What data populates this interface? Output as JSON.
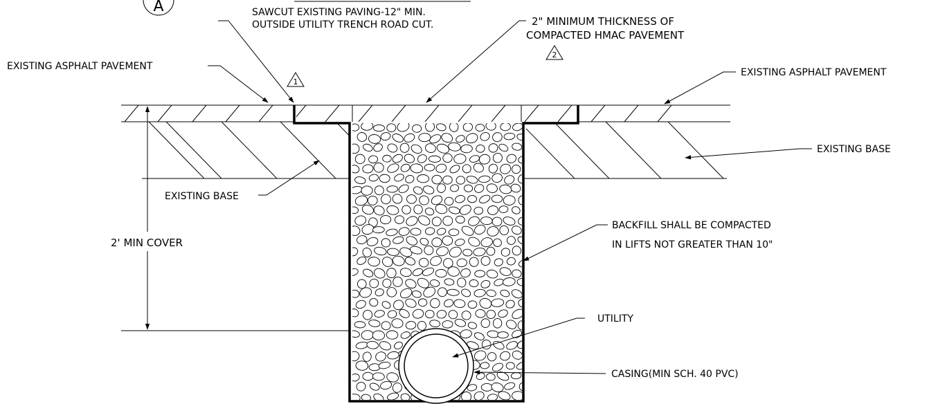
{
  "detail": {
    "marker": "A"
  },
  "labels": {
    "sawcut_line1": "SAWCUT EXISTING PAVING-12\" MIN.",
    "sawcut_line2": "OUTSIDE UTILITY TRENCH ROAD CUT.",
    "thickness_line1": "2\" MINIMUM THICKNESS OF",
    "thickness_line2": "COMPACTED HMAC PAVEMENT",
    "existing_asphalt_left": "EXISTING ASPHALT PAVEMENT",
    "existing_asphalt_right": "EXISTING ASPHALT PAVEMENT",
    "existing_base_left": "EXISTING BASE",
    "existing_base_right": "EXISTING BASE",
    "min_cover": "2' MIN COVER",
    "backfill_line1": "BACKFILL SHALL BE COMPACTED",
    "backfill_line2": "IN LIFTS NOT GREATER THAN 10\"",
    "utility": "UTILITY",
    "casing": "CASING(MIN SCH. 40 PVC)"
  },
  "revisions": {
    "rev1": "1",
    "rev2": "2"
  }
}
